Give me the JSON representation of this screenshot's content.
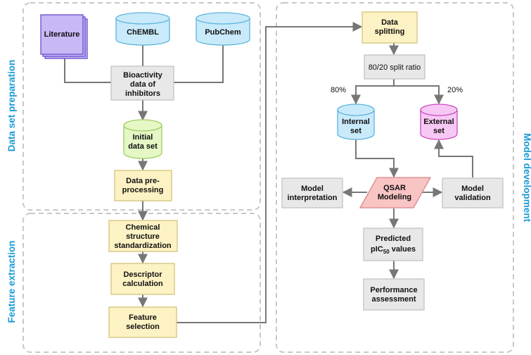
{
  "sections": {
    "data_set_preparation": "Data set preparation",
    "feature_extraction": "Feature extraction",
    "model_development": "Model development"
  },
  "nodes": {
    "literature": "Literature",
    "chembl": "ChEMBL",
    "pubchem": "PubChem",
    "bioactivity": [
      "Bioactivity",
      "data of",
      "inhibitors"
    ],
    "initial_data_set": [
      "Initial",
      "data set"
    ],
    "preprocessing": [
      "Data pre-",
      "processing"
    ],
    "standardization": [
      "Chemical",
      "structure",
      "standardization"
    ],
    "descriptor": [
      "Descriptor",
      "calculation"
    ],
    "feature_selection": [
      "Feature",
      "selection"
    ],
    "data_splitting": [
      "Data",
      "splitting"
    ],
    "split_ratio": "80/20 split ratio",
    "internal_set": [
      "Internal",
      "set"
    ],
    "external_set": [
      "External",
      "set"
    ],
    "qsar": [
      "QSAR",
      "Modeling"
    ],
    "model_interpretation": [
      "Model",
      "interpretation"
    ],
    "model_validation": [
      "Model",
      "validation"
    ],
    "predicted": {
      "line1": "Predicted",
      "line2_main": "pIC",
      "line2_sub": "50",
      "line2_rest": " values"
    },
    "performance": [
      "Performance",
      "assessment"
    ]
  },
  "edge_labels": {
    "left_pct": "80%",
    "right_pct": "20%"
  },
  "colors": {
    "section_label": "#1a9ad6",
    "dashed_border": "#c8c8c8",
    "arrow": "#777777",
    "yellow_fill": "#fdf2c3",
    "yellow_stroke": "#d4c27a",
    "gray_fill": "#e8e8e8",
    "gray_stroke": "#c4c4c4",
    "blue_fill": "#c9eafa",
    "blue_stroke": "#5ab4dc",
    "green_fill": "#e4f7c4",
    "green_stroke": "#9fcd62",
    "magenta_fill": "#f8c8f4",
    "magenta_stroke": "#c84bc0",
    "purple_fill": "#c8b8f4",
    "purple_stroke": "#6a4ccf",
    "pink_fill": "#f8c4c4",
    "pink_stroke": "#d88888"
  }
}
